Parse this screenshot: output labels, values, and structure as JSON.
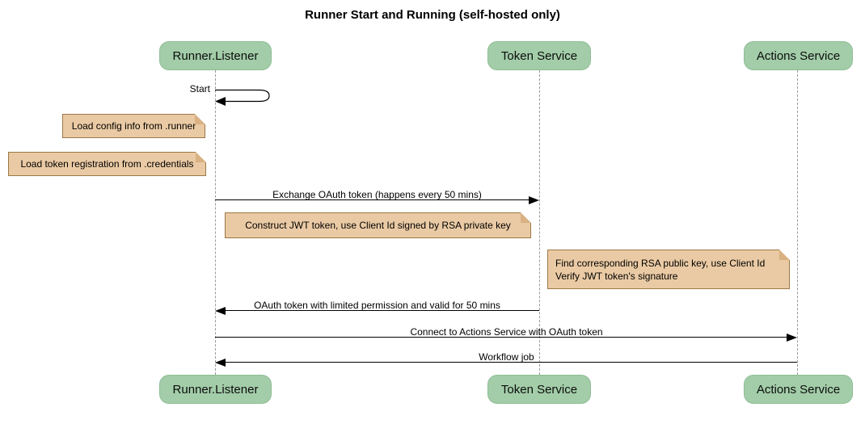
{
  "title": "Runner Start and Running (self-hosted only)",
  "diagram_type": "sequence",
  "participants": [
    {
      "name": "Runner.Listener"
    },
    {
      "name": "Token Service"
    },
    {
      "name": "Actions Service"
    }
  ],
  "messages": {
    "start": {
      "label": "Start",
      "from": "Runner.Listener",
      "to": "Runner.Listener",
      "style": "self"
    },
    "exchange": {
      "label": "Exchange OAuth token (happens every 50 mins)",
      "from": "Runner.Listener",
      "to": "Token Service"
    },
    "oauth_return": {
      "label": "OAuth token with limited permission and valid for 50 mins",
      "from": "Token Service",
      "to": "Runner.Listener"
    },
    "connect": {
      "label": "Connect to Actions Service with OAuth token",
      "from": "Runner.Listener",
      "to": "Actions Service"
    },
    "workflow": {
      "label": "Workflow job",
      "from": "Actions Service",
      "to": "Runner.Listener"
    }
  },
  "notes": {
    "config": {
      "text": "Load config info from .runner",
      "position": "left of Runner.Listener"
    },
    "credentials": {
      "text": "Load token registration from .credentials",
      "position": "left of Runner.Listener"
    },
    "jwt": {
      "text": "Construct JWT token, use Client Id signed by RSA private key",
      "position": "right of Runner.Listener"
    },
    "verify": {
      "line1": "Find corresponding RSA public key, use Client Id",
      "line2": "Verify JWT token's signature",
      "position": "left of Actions Service"
    }
  },
  "colors": {
    "participant_fill": "#A2CDA8",
    "note_fill": "#EACAA4",
    "note_border": "#9C7845",
    "message_line": "#000000",
    "lifeline": "#999999",
    "background": "#ffffff"
  }
}
